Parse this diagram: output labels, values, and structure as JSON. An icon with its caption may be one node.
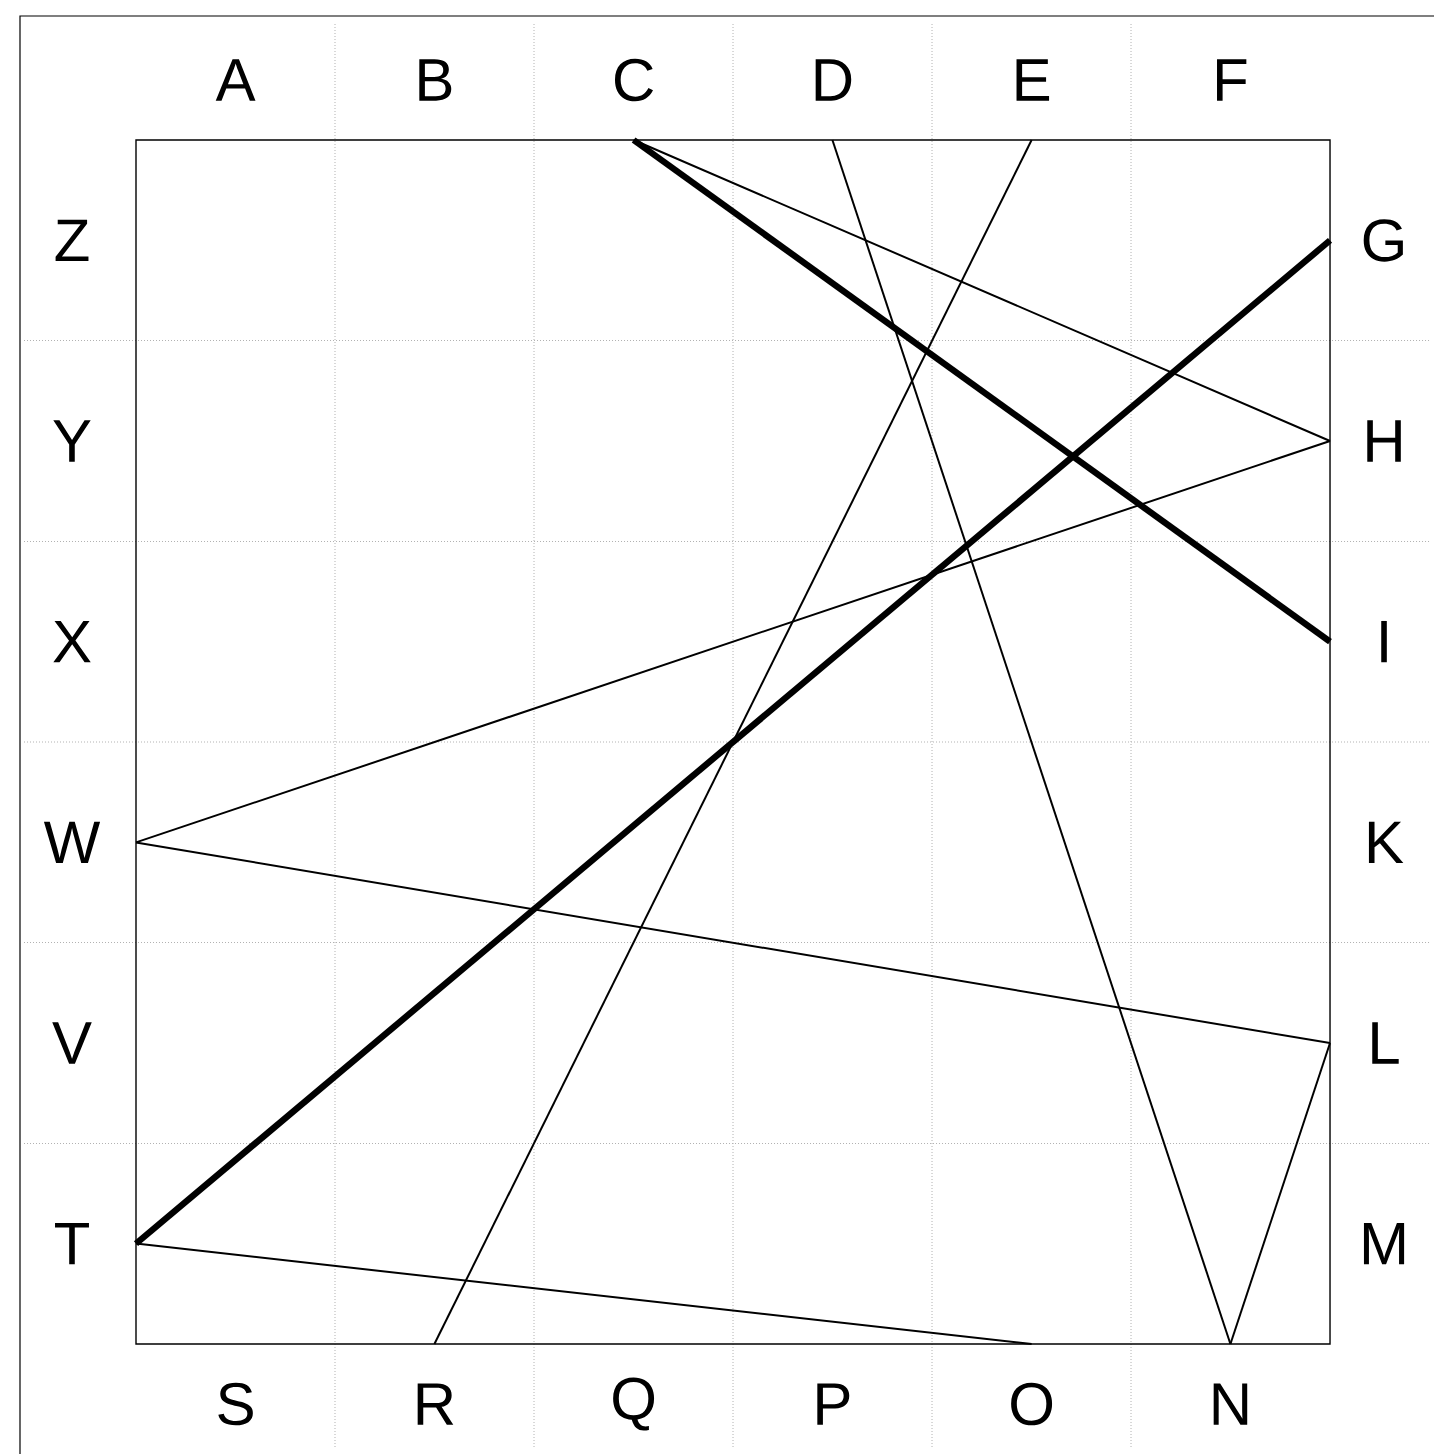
{
  "diagram": {
    "nodes": [
      {
        "text": [
          "A"
        ]
      },
      {
        "text": [
          "B"
        ]
      },
      {
        "text": [
          "C"
        ]
      },
      {
        "text": [
          "D"
        ]
      },
      {
        "text": [
          "E"
        ]
      },
      {
        "text": [
          "F"
        ]
      },
      {
        "text": [
          "Z"
        ]
      },
      {
        "text": [
          "G"
        ]
      },
      {
        "text": [
          "Y"
        ]
      },
      {
        "text": [
          "H"
        ]
      },
      {
        "text": [
          "X"
        ]
      },
      {
        "text": [
          "I"
        ]
      },
      {
        "text": [
          "W"
        ]
      },
      {
        "text": [
          "K"
        ]
      },
      {
        "text": [
          "V"
        ]
      },
      {
        "text": [
          "L"
        ]
      },
      {
        "text": [
          "T"
        ]
      },
      {
        "text": [
          "M"
        ]
      },
      {
        "text": [
          "S"
        ]
      },
      {
        "text": [
          "R"
        ]
      },
      {
        "text": [
          "Q"
        ]
      },
      {
        "text": [
          "P"
        ]
      },
      {
        "text": [
          "O"
        ]
      },
      {
        "text": [
          "N"
        ]
      }
    ],
    "edges": [
      {
        "from": 2,
        "to": 9,
        "arrow": "none"
      },
      {
        "from": 2,
        "to": 11,
        "arrow": "none",
        "style": "thick"
      },
      {
        "from": 3,
        "to": 23,
        "arrow": "none"
      },
      {
        "from": 4,
        "to": 19,
        "arrow": "none"
      },
      {
        "from": 7,
        "to": 16,
        "arrow": "none",
        "style": "thick"
      },
      {
        "from": 9,
        "to": 12,
        "arrow": "none"
      },
      {
        "from": 12,
        "to": 15,
        "arrow": "none"
      },
      {
        "from": 15,
        "to": 23,
        "arrow": "none"
      },
      {
        "from": 16,
        "to": 22,
        "arrow": "none"
      }
    ]
  }
}
